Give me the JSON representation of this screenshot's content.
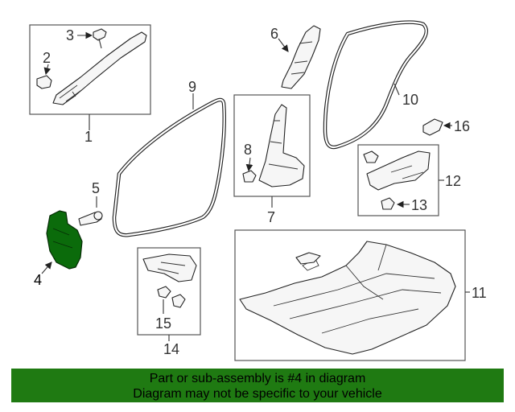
{
  "callouts": {
    "c1": "1",
    "c2": "2",
    "c3": "3",
    "c4": "4",
    "c5": "5",
    "c6": "6",
    "c7": "7",
    "c8": "8",
    "c9": "9",
    "c10": "10",
    "c11": "11",
    "c12": "12",
    "c13": "13",
    "c14": "14",
    "c15": "15",
    "c16": "16"
  },
  "highlight": {
    "part": "4",
    "color": "#0b6b0b"
  },
  "banner": {
    "line1": "Part or sub-assembly is #4 in diagram",
    "line2": "Diagram may not be specific to your vehicle",
    "color": "#1f7a12"
  }
}
